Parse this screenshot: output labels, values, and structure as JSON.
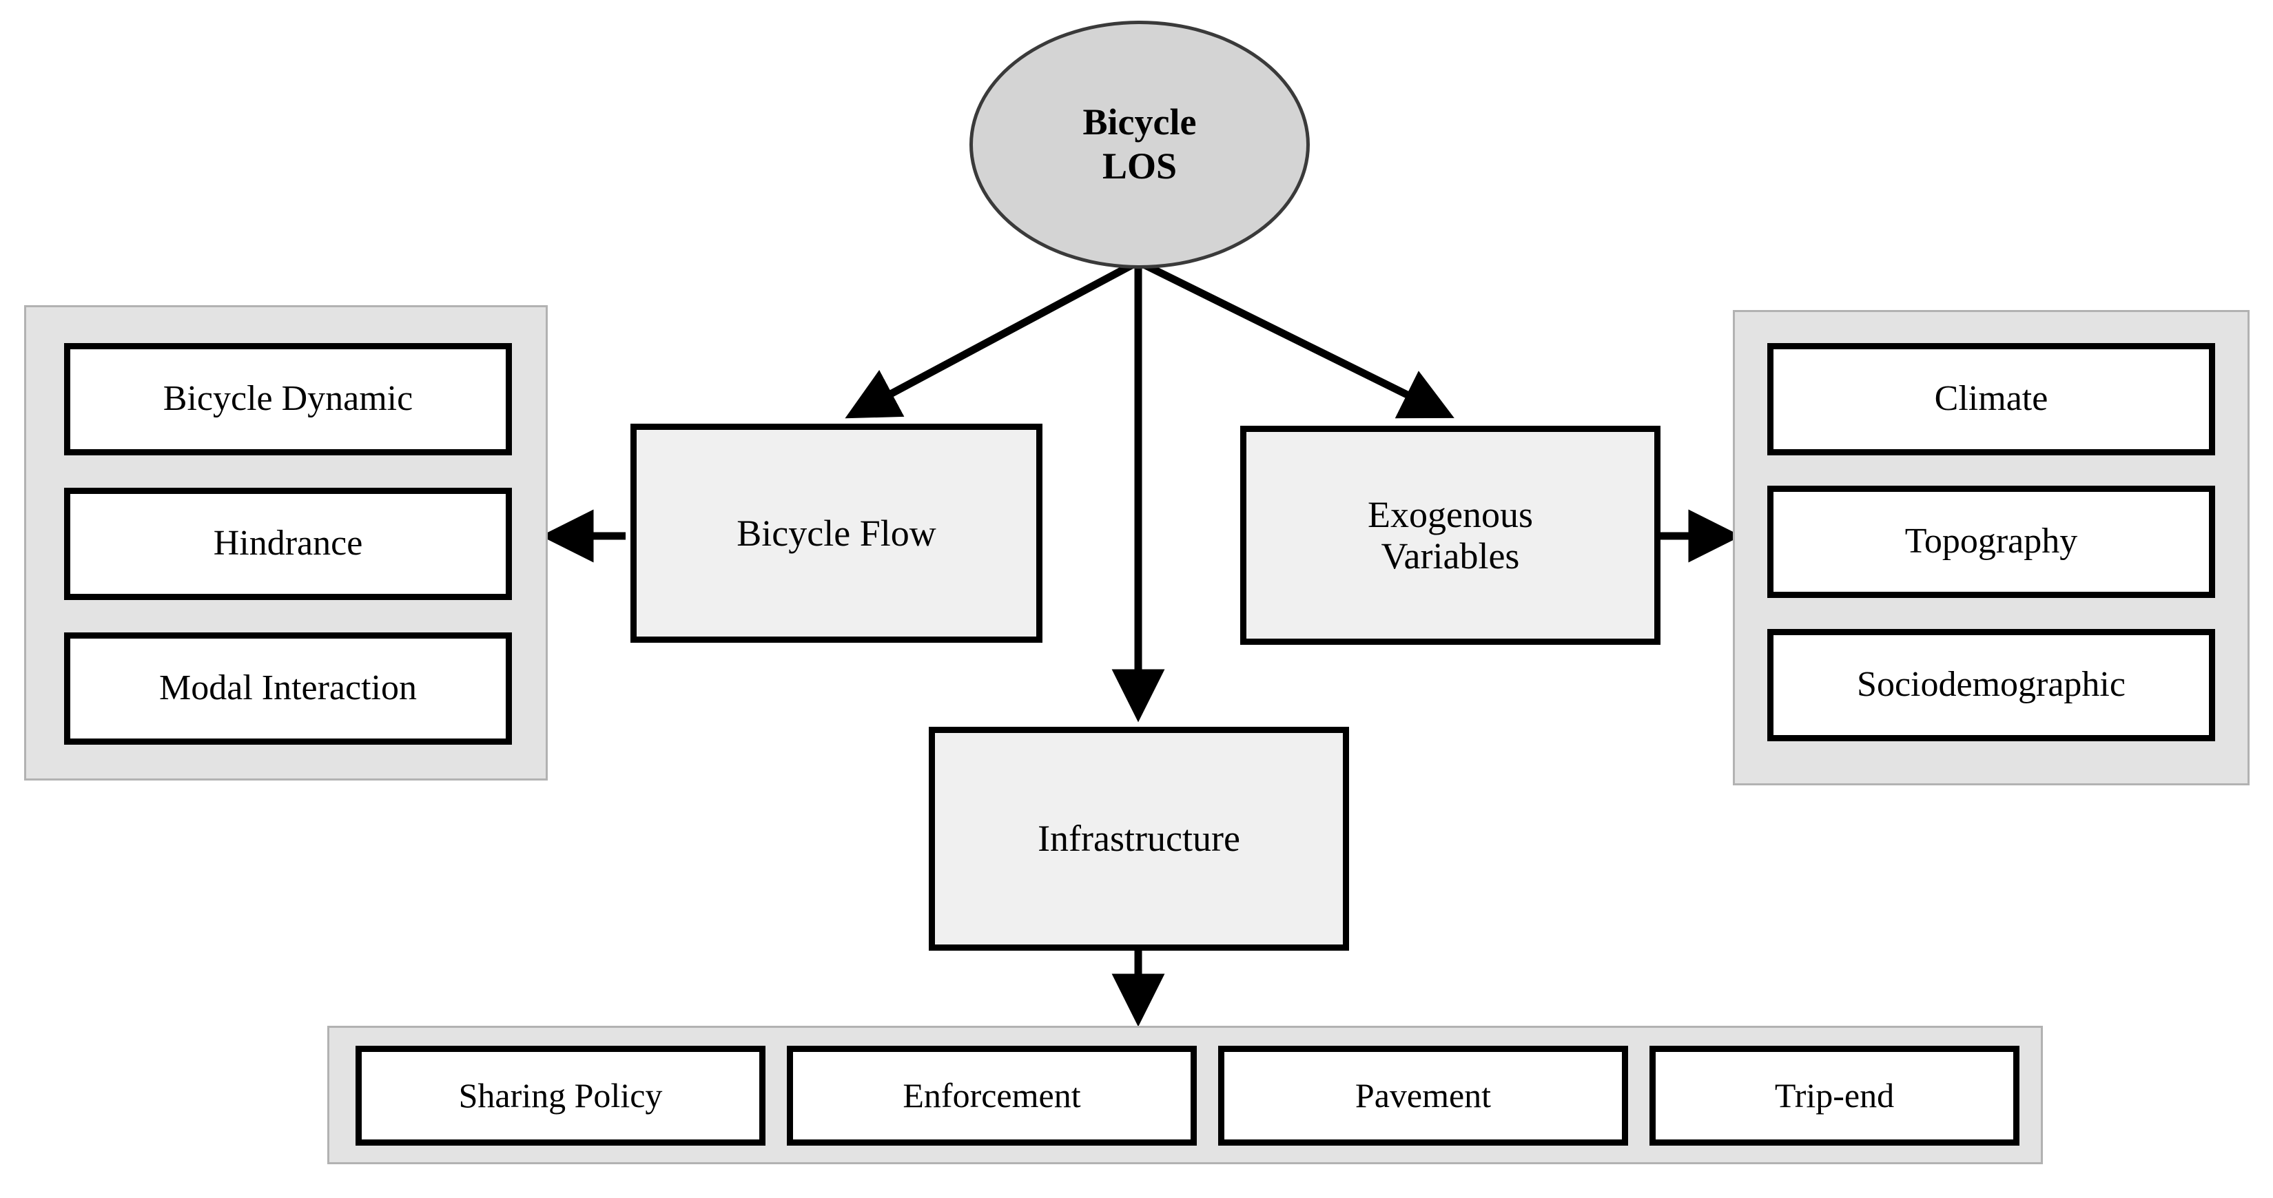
{
  "diagram": {
    "title": "Bicycle LOS framework",
    "colors": {
      "root_fill": "#d4d4d4",
      "root_stroke": "#3a3a3a",
      "process_fill": "#f0f0f0",
      "panel_fill": "#e3e3e3",
      "panel_stroke": "#b2b2b2",
      "box_fill": "#ffffff",
      "box_stroke": "#000000",
      "arrow": "#000000",
      "background": "#ffffff"
    },
    "root": {
      "label_line1": "Bicycle",
      "label_line2": "LOS"
    },
    "process_nodes": [
      {
        "id": "bicycle-flow",
        "label": "Bicycle Flow"
      },
      {
        "id": "exogenous-variables",
        "label_line1": "Exogenous",
        "label_line2": "Variables"
      },
      {
        "id": "infrastructure",
        "label": "Infrastructure"
      }
    ],
    "left_panel": {
      "id": "bicycle-flow-factors",
      "items": [
        {
          "label": "Bicycle Dynamic"
        },
        {
          "label": "Hindrance"
        },
        {
          "label": "Modal Interaction"
        }
      ]
    },
    "right_panel": {
      "id": "exogenous-variable-factors",
      "items": [
        {
          "label": "Climate"
        },
        {
          "label": "Topography"
        },
        {
          "label": "Sociodemographic"
        }
      ]
    },
    "bottom_panel": {
      "id": "infrastructure-factors",
      "items": [
        {
          "label": "Sharing Policy"
        },
        {
          "label": "Enforcement"
        },
        {
          "label": "Pavement"
        },
        {
          "label": "Trip-end"
        }
      ]
    },
    "arrows": [
      {
        "id": "root-to-bicycle-flow",
        "from": "Bicycle LOS",
        "to": "Bicycle Flow",
        "direction": "down-left"
      },
      {
        "id": "root-to-infrastructure",
        "from": "Bicycle LOS",
        "to": "Infrastructure",
        "direction": "down"
      },
      {
        "id": "root-to-exogenous-variables",
        "from": "Bicycle LOS",
        "to": "Exogenous Variables",
        "direction": "down-right"
      },
      {
        "id": "bicycle-flow-to-left-panel",
        "from": "Bicycle Flow",
        "to": "Bicycle Flow factors",
        "direction": "left"
      },
      {
        "id": "exogenous-variables-to-right-panel",
        "from": "Exogenous Variables",
        "to": "Exogenous Variable factors",
        "direction": "right"
      },
      {
        "id": "infrastructure-to-bottom-panel",
        "from": "Infrastructure",
        "to": "Infrastructure factors",
        "direction": "down"
      }
    ]
  },
  "chart_data": {
    "type": "diagram",
    "title": "Bicycle LOS framework",
    "nodes": [
      "Bicycle LOS",
      "Bicycle Flow",
      "Exogenous Variables",
      "Infrastructure",
      "Bicycle Dynamic",
      "Hindrance",
      "Modal Interaction",
      "Climate",
      "Topography",
      "Sociodemographic",
      "Sharing Policy",
      "Enforcement",
      "Pavement",
      "Trip-end"
    ],
    "edges": [
      [
        "Bicycle LOS",
        "Bicycle Flow"
      ],
      [
        "Bicycle LOS",
        "Infrastructure"
      ],
      [
        "Bicycle LOS",
        "Exogenous Variables"
      ],
      [
        "Bicycle Flow",
        "Bicycle Dynamic"
      ],
      [
        "Bicycle Flow",
        "Hindrance"
      ],
      [
        "Bicycle Flow",
        "Modal Interaction"
      ],
      [
        "Exogenous Variables",
        "Climate"
      ],
      [
        "Exogenous Variables",
        "Topography"
      ],
      [
        "Exogenous Variables",
        "Sociodemographic"
      ],
      [
        "Infrastructure",
        "Sharing Policy"
      ],
      [
        "Infrastructure",
        "Enforcement"
      ],
      [
        "Infrastructure",
        "Pavement"
      ],
      [
        "Infrastructure",
        "Trip-end"
      ]
    ]
  }
}
